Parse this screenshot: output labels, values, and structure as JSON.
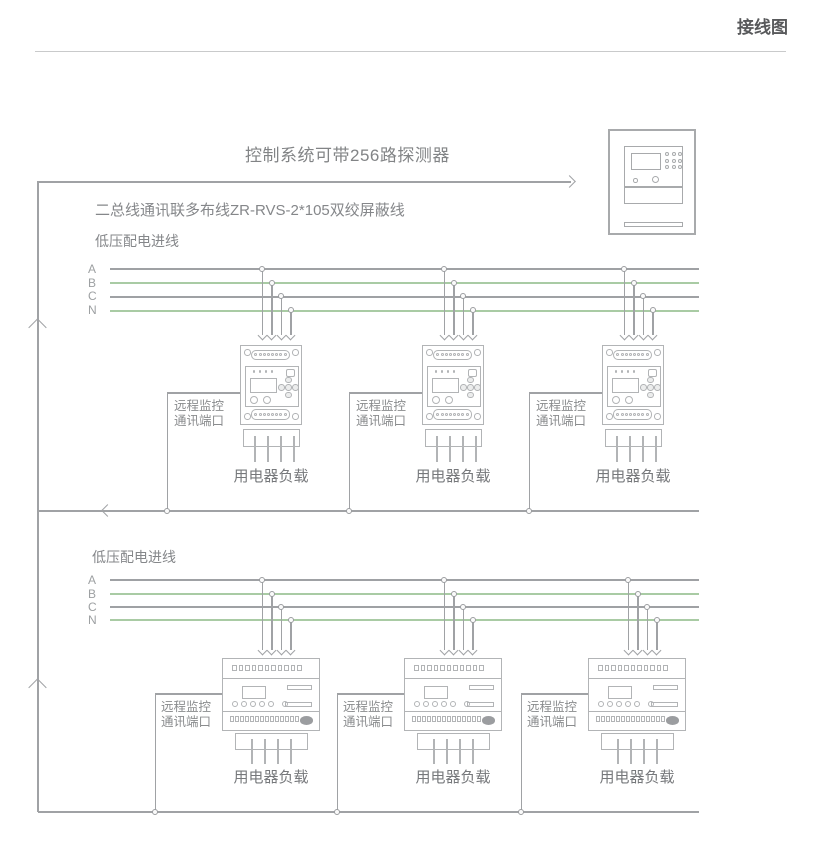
{
  "header": {
    "title": "接线图"
  },
  "diagram": {
    "capacity_note": "控制系统可带256路探测器",
    "comm_wire_note": "二总线通讯联多布线ZR-RVS-2*105双绞屏蔽线",
    "incoming_label_top": "低压配电进线",
    "incoming_label_bottom": "低压配电进线",
    "phases": [
      "A",
      "B",
      "C",
      "N"
    ],
    "phase_colors": [
      "#9fa1a4",
      "#a9cba4",
      "#9fa1a4",
      "#a9cba4"
    ],
    "labels": {
      "remote_port_line1": "远程监控",
      "remote_port_line2": "通讯端口",
      "load": "用电器负载"
    },
    "colors": {
      "line_gray": "#a0a2a5",
      "line_green": "#a9cba4",
      "device_border": "#b2b4b6",
      "text": "#85878a",
      "title": "#58595b"
    }
  }
}
